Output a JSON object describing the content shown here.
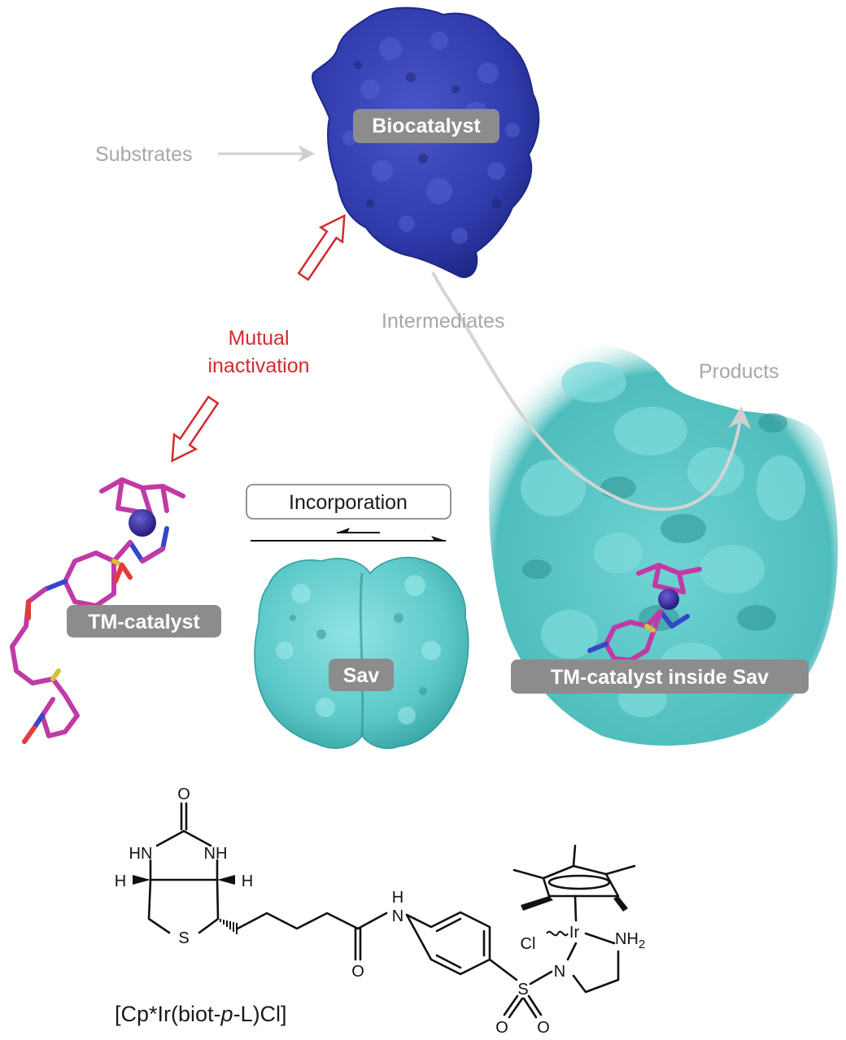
{
  "labels": {
    "biocatalyst": "Biocatalyst",
    "substrates": "Substrates",
    "intermediates": "Intermediates",
    "products": "Products",
    "mutual_line1": "Mutual",
    "mutual_line2": "inactivation",
    "tm_catalyst": "TM-catalyst",
    "incorporation": "Incorporation",
    "sav": "Sav",
    "tm_inside_sav": "TM-catalyst inside Sav",
    "compound_prefix": "[Cp*Ir(biot-",
    "compound_italic": "p",
    "compound_suffix": "-L)Cl]"
  },
  "chemistry": {
    "O_top": "O",
    "HN_left": "HN",
    "NH_right": "NH",
    "H_left": "H",
    "H_right": "H",
    "S_ring": "S",
    "H_amide": "H",
    "N_amide": "N",
    "O_amide": "O",
    "S_sulfonyl": "S",
    "O_sulfonyl_left": "O",
    "O_sulfonyl_right": "O",
    "N_sulfonamide": "N",
    "Cl": "Cl",
    "Ir": "Ir",
    "NH2_main": "NH",
    "NH2_sub": "2"
  },
  "colors": {
    "biocatalyst_protein": "#2f3bab",
    "sav_protein": "#5cc8c8",
    "badge": "#8c8c8c",
    "label_grey": "#a7a7a7",
    "mutual_red": "#d42a2f",
    "stick_magenta": "#c03aa6",
    "iridium": "#3b2d9a"
  }
}
